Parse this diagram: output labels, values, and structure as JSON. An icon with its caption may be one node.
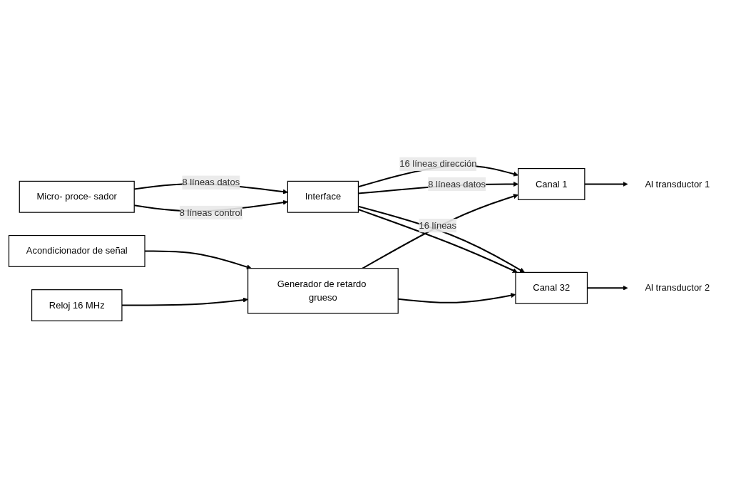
{
  "diagram": {
    "nodes": [
      {
        "text": [
          "Micro- proce- sador"
        ]
      },
      {
        "text": [
          "Interface"
        ]
      },
      {
        "text": [
          "Canal 1"
        ]
      },
      {
        "text": [
          "Acondicionador de señal"
        ]
      },
      {
        "text": [
          "Generador de retardo grueso"
        ]
      },
      {
        "text": [
          "Reloj 16 MHz"
        ]
      },
      {
        "text": [
          "Canal 32"
        ]
      },
      {
        "text": [
          "Al transductor 1"
        ]
      },
      {
        "text": [
          "Al transductor 2"
        ]
      }
    ],
    "edges": [
      {
        "from": 0,
        "to": 1,
        "arrow": "to",
        "label": "8 líneas datos"
      },
      {
        "from": 0,
        "to": 1,
        "arrow": "to",
        "label": "8 líneas control"
      },
      {
        "from": 1,
        "to": 2,
        "arrow": "to",
        "label": "16 líneas dirección"
      },
      {
        "from": 1,
        "to": 2,
        "arrow": "to",
        "label": "8 líneas datos"
      },
      {
        "from": 1,
        "to": 6,
        "arrow": "to"
      },
      {
        "from": 1,
        "to": 6,
        "arrow": "to"
      },
      {
        "from": 3,
        "to": 4,
        "arrow": "to"
      },
      {
        "from": 5,
        "to": 4,
        "arrow": "to"
      },
      {
        "from": 4,
        "to": 2,
        "arrow": "to",
        "label": "16 líneas"
      },
      {
        "from": 4,
        "to": 6,
        "arrow": "to"
      },
      {
        "from": 2,
        "to": 7,
        "arrow": "to"
      },
      {
        "from": 6,
        "to": 8,
        "arrow": "to"
      }
    ]
  }
}
